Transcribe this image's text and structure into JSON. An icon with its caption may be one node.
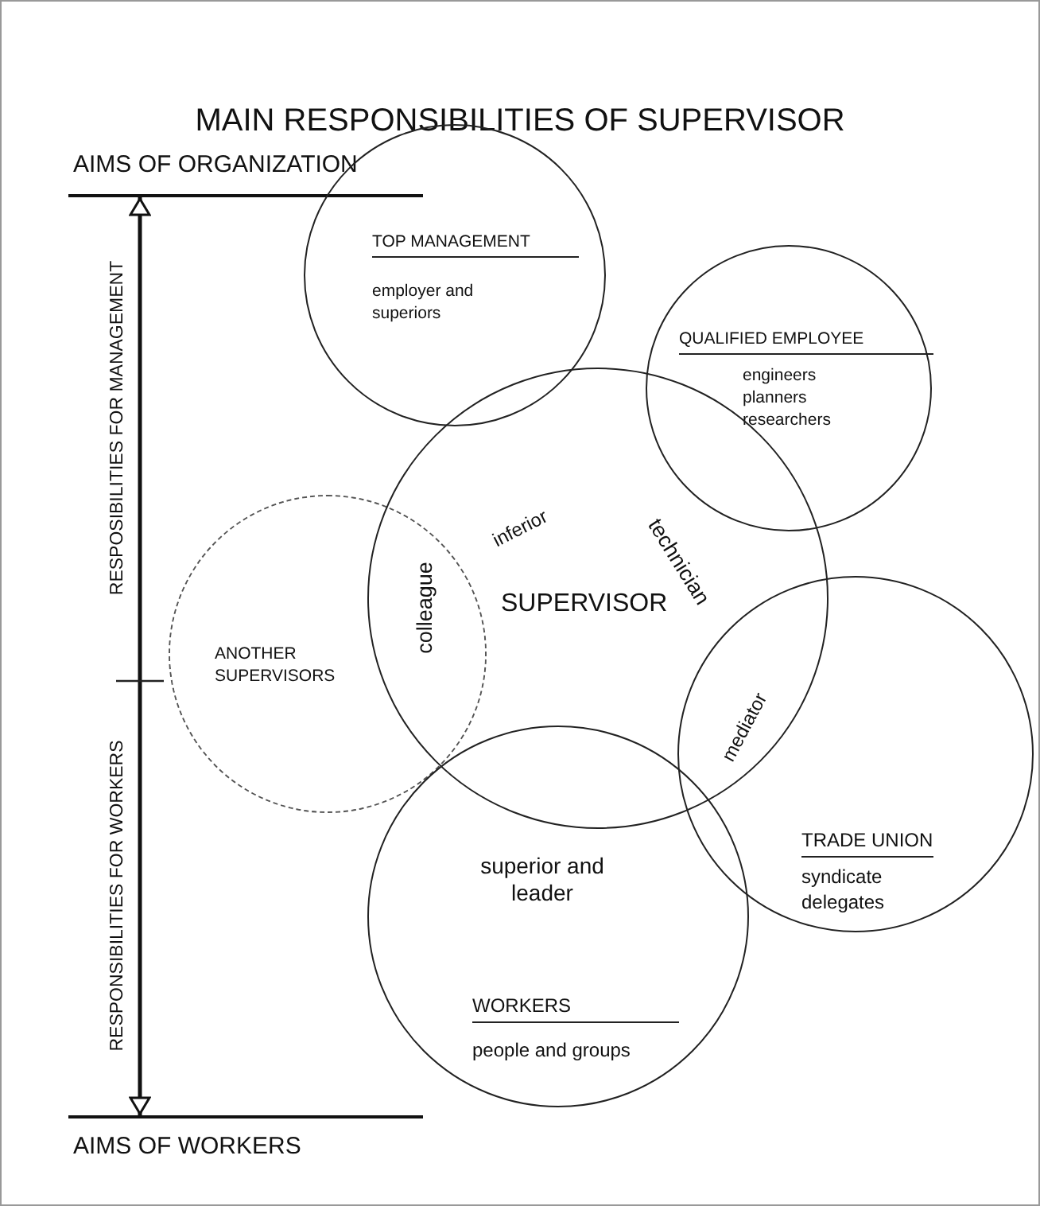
{
  "diagram": {
    "title": "MAIN RESPONSIBILITIES OF SUPERVISOR",
    "nodes": [
      {
        "text": [
          "AIMS OF ORGANIZATION"
        ]
      },
      {
        "text": [
          "TOP MANAGEMENT",
          "employer and superiors"
        ]
      },
      {
        "text": [
          "QUALIFIED EMPLOYEE",
          "engineers planners researchers"
        ]
      },
      {
        "text": [
          "ANOTHER SUPERVISORS"
        ]
      },
      {
        "text": [
          "SUPERVISOR"
        ]
      },
      {
        "text": [
          "TRADE UNION",
          "syndicate delegates"
        ]
      },
      {
        "text": [
          "WORKERS",
          "people and groups"
        ]
      },
      {
        "text": [
          "AIMS OF WORKERS"
        ]
      }
    ],
    "edges": [
      {
        "from": 0,
        "to": 7,
        "arrow": "both"
      }
    ],
    "labels": [
      "RESPOSIBILITIES FOR MANAGEMENT",
      "RESPONSIBILITIES FOR WORKERS",
      "inferior",
      "technician",
      "colleague",
      "superior and leader",
      "mediator"
    ]
  }
}
